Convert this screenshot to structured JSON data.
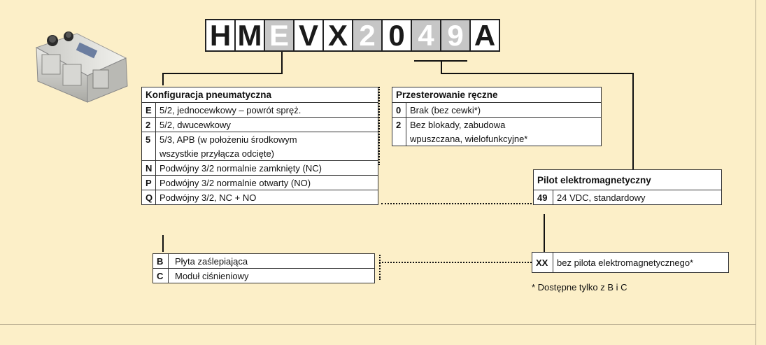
{
  "product_code": {
    "characters": [
      "H",
      "M",
      "E",
      "V",
      "X",
      "2",
      "0",
      "4",
      "9",
      "A"
    ],
    "highlighted_indices": [
      2,
      5,
      7,
      8
    ]
  },
  "pneumatic_config": {
    "title": "Konfiguracja pneumatyczna",
    "rows": [
      {
        "code": "E",
        "text": "5/2, jednocewkowy – powrót spręż."
      },
      {
        "code": "2",
        "text": "5/2, dwucewkowy"
      },
      {
        "code": "5",
        "text": "5/3, APB (w położeniu środkowym",
        "text2": "wszystkie przyłącza odcięte)"
      },
      {
        "code": "N",
        "text": "Podwójny 3/2 normalnie zamknięty (NC)"
      },
      {
        "code": "P",
        "text": "Podwójny 3/2 normalnie otwarty (NO)"
      },
      {
        "code": "Q",
        "text": "Podwójny 3/2, NC + NO"
      }
    ]
  },
  "manual_override": {
    "title": "Przesterowanie ręczne",
    "rows": [
      {
        "code": "0",
        "text": "Brak (bez cewki*)"
      },
      {
        "code": "2",
        "text": "Bez blokady, zabudowa",
        "text2": "wpuszczana, wielofunkcyjne*"
      }
    ]
  },
  "solenoid_pilot": {
    "title": "Pilot elektromagnetyczny",
    "rows": [
      {
        "code": "49",
        "text": "24 VDC, standardowy"
      }
    ]
  },
  "bottom_options": {
    "rows": [
      {
        "code": "B",
        "text": "Płyta zaślepiająca"
      },
      {
        "code": "C",
        "text": "Moduł ciśnieniowy"
      }
    ]
  },
  "no_pilot": {
    "code": "XX",
    "text": "bez pilota elektromagnetycznego*"
  },
  "footnote": "* Dostępne tylko z B i C",
  "colors": {
    "background": "#fcefc8",
    "highlight_box": "#c6c6c6",
    "dark_letter": "#1a1a1a",
    "light_letter": "#ffffff"
  }
}
